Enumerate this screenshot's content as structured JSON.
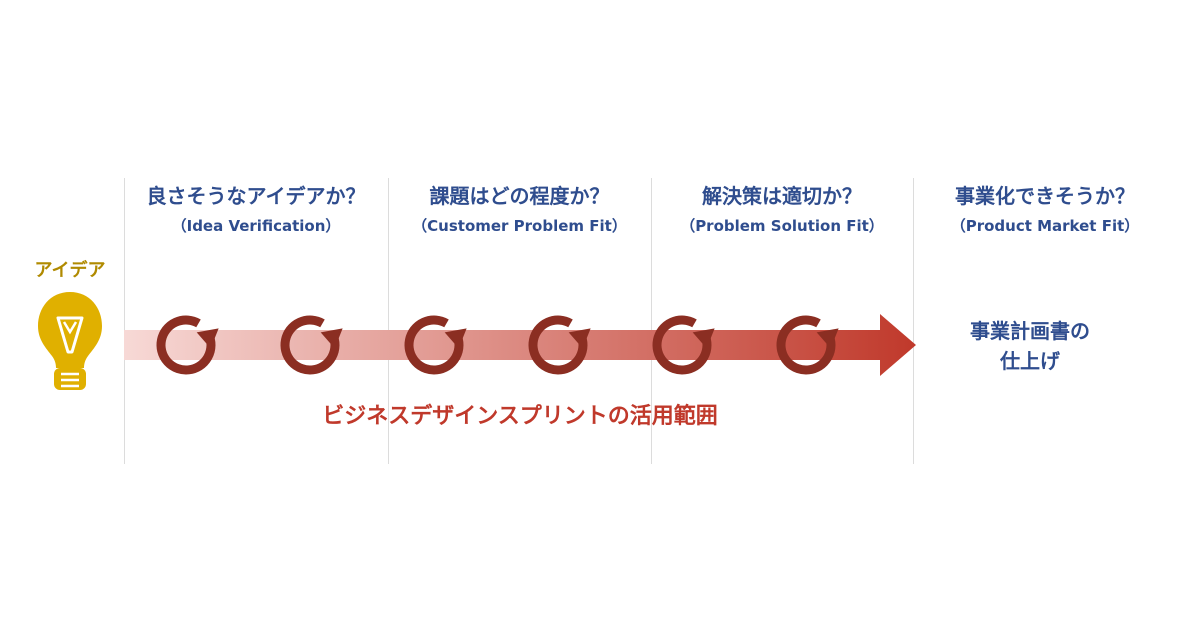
{
  "idea": {
    "label": "アイデア",
    "color": "#e0b000"
  },
  "columns": [
    {
      "question": "良さそうなアイデアか？",
      "english": "（Idea Verification）"
    },
    {
      "question": "課題はどの程度か？",
      "english": "（Customer Problem Fit）"
    },
    {
      "question": "解決策は適切か？",
      "english": "（Problem Solution Fit）"
    },
    {
      "question": "事業化できそうか？",
      "english": "（Product Market Fit）"
    }
  ],
  "plan": {
    "line1": "事業計画書の",
    "line2": "仕上げ"
  },
  "scope_label": "ビジネスデザインスプリントの活用範囲",
  "colors": {
    "heading": "#2f4d8e",
    "arrow_start": "#f7d9d6",
    "arrow_end": "#c0392b",
    "cycle": "#8b2e22",
    "scope_text": "#c0392b"
  },
  "cycle_count": 6
}
